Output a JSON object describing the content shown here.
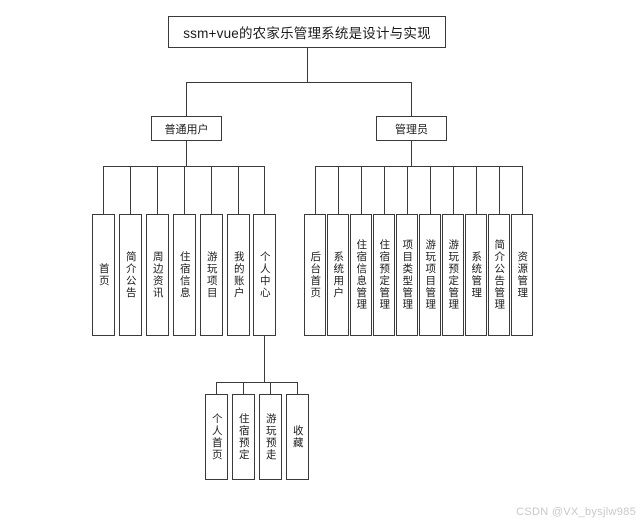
{
  "diagram": {
    "type": "tree-structure-chart",
    "background_color": "#ffffff",
    "line_color": "#3a3a3a",
    "text_color": "#1b1b1b",
    "root": {
      "label": "ssm+vue的农家乐管理系统是设计与实现"
    },
    "branches": [
      {
        "label": "普通用户",
        "children": [
          {
            "label": "首页"
          },
          {
            "label": "简介公告"
          },
          {
            "label": "周边资讯"
          },
          {
            "label": "住宿信息"
          },
          {
            "label": "游玩项目"
          },
          {
            "label": "我的账户"
          },
          {
            "label": "个人中心",
            "children": [
              {
                "label": "个人首页"
              },
              {
                "label": "住宿预定"
              },
              {
                "label": "游玩预走"
              },
              {
                "label": "收藏"
              }
            ]
          }
        ]
      },
      {
        "label": "管理员",
        "children": [
          {
            "label": "后台首页"
          },
          {
            "label": "系统用户"
          },
          {
            "label": "住宿信息管理"
          },
          {
            "label": "住宿预定管理"
          },
          {
            "label": "项目类型管理"
          },
          {
            "label": "游玩项目管理"
          },
          {
            "label": "游玩预定管理"
          },
          {
            "label": "系统管理"
          },
          {
            "label": "简介公告管理"
          },
          {
            "label": "资源管理"
          }
        ]
      }
    ]
  },
  "watermark": {
    "text": "CSDN @VX_bysjlw985"
  }
}
